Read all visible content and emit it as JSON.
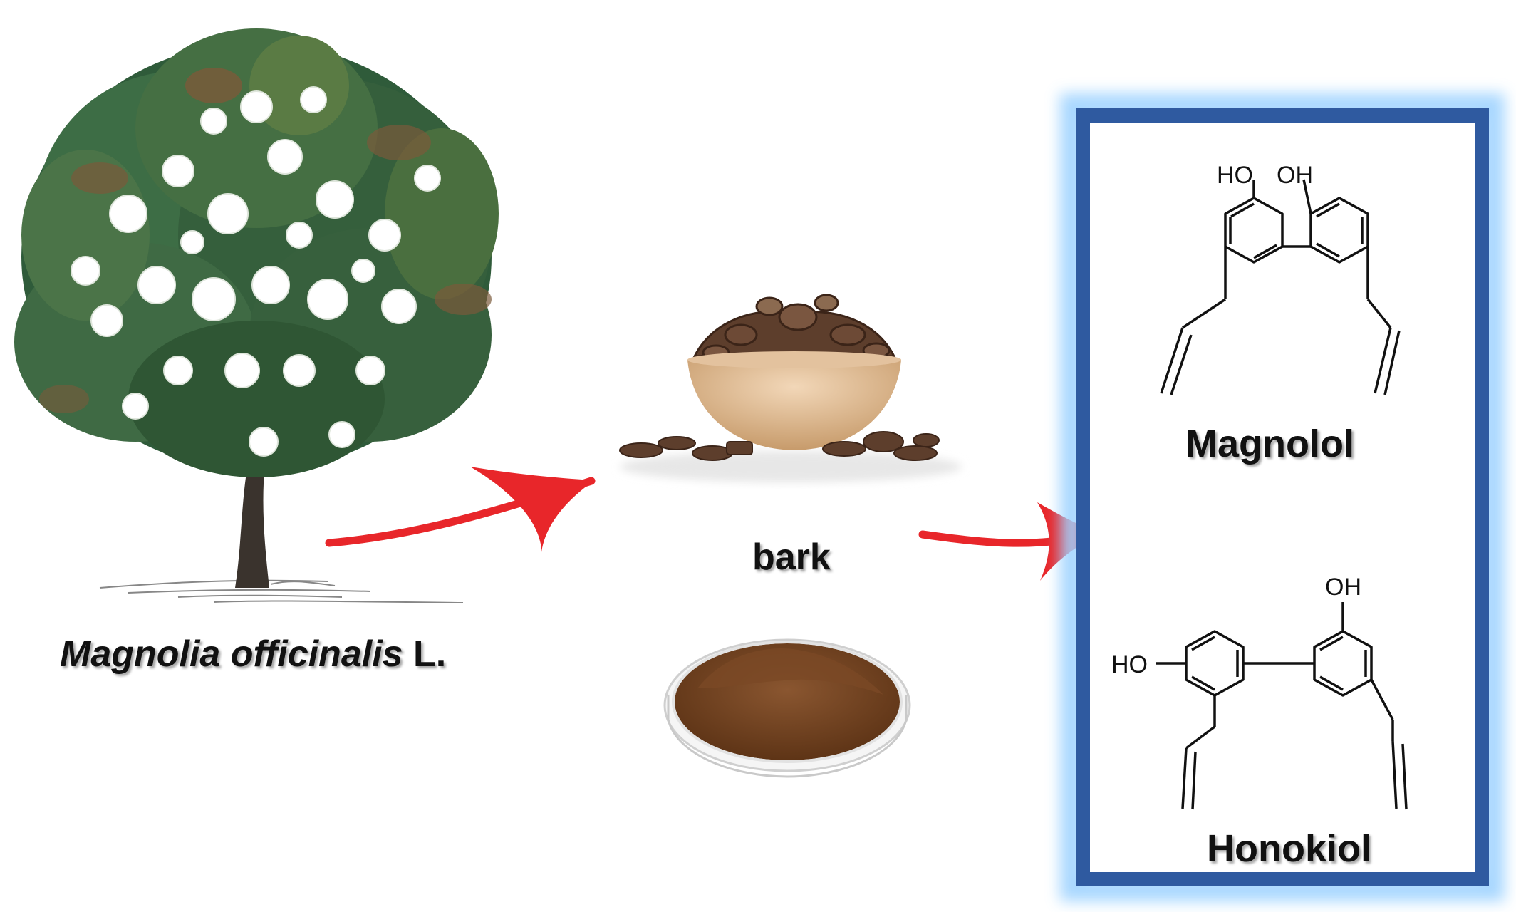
{
  "plant": {
    "name_italic": "Magnolia officinalis",
    "name_suffix": " L."
  },
  "material": {
    "label": "bark"
  },
  "compounds": [
    {
      "name": "Magnolol",
      "groups": [
        "HO",
        "OH"
      ]
    },
    {
      "name": "Honokiol",
      "groups": [
        "OH",
        "HO"
      ]
    }
  ],
  "colors": {
    "arrow": "#e8262a",
    "box_border": "#2f5aa0",
    "box_glow": "#9fd3ff"
  }
}
